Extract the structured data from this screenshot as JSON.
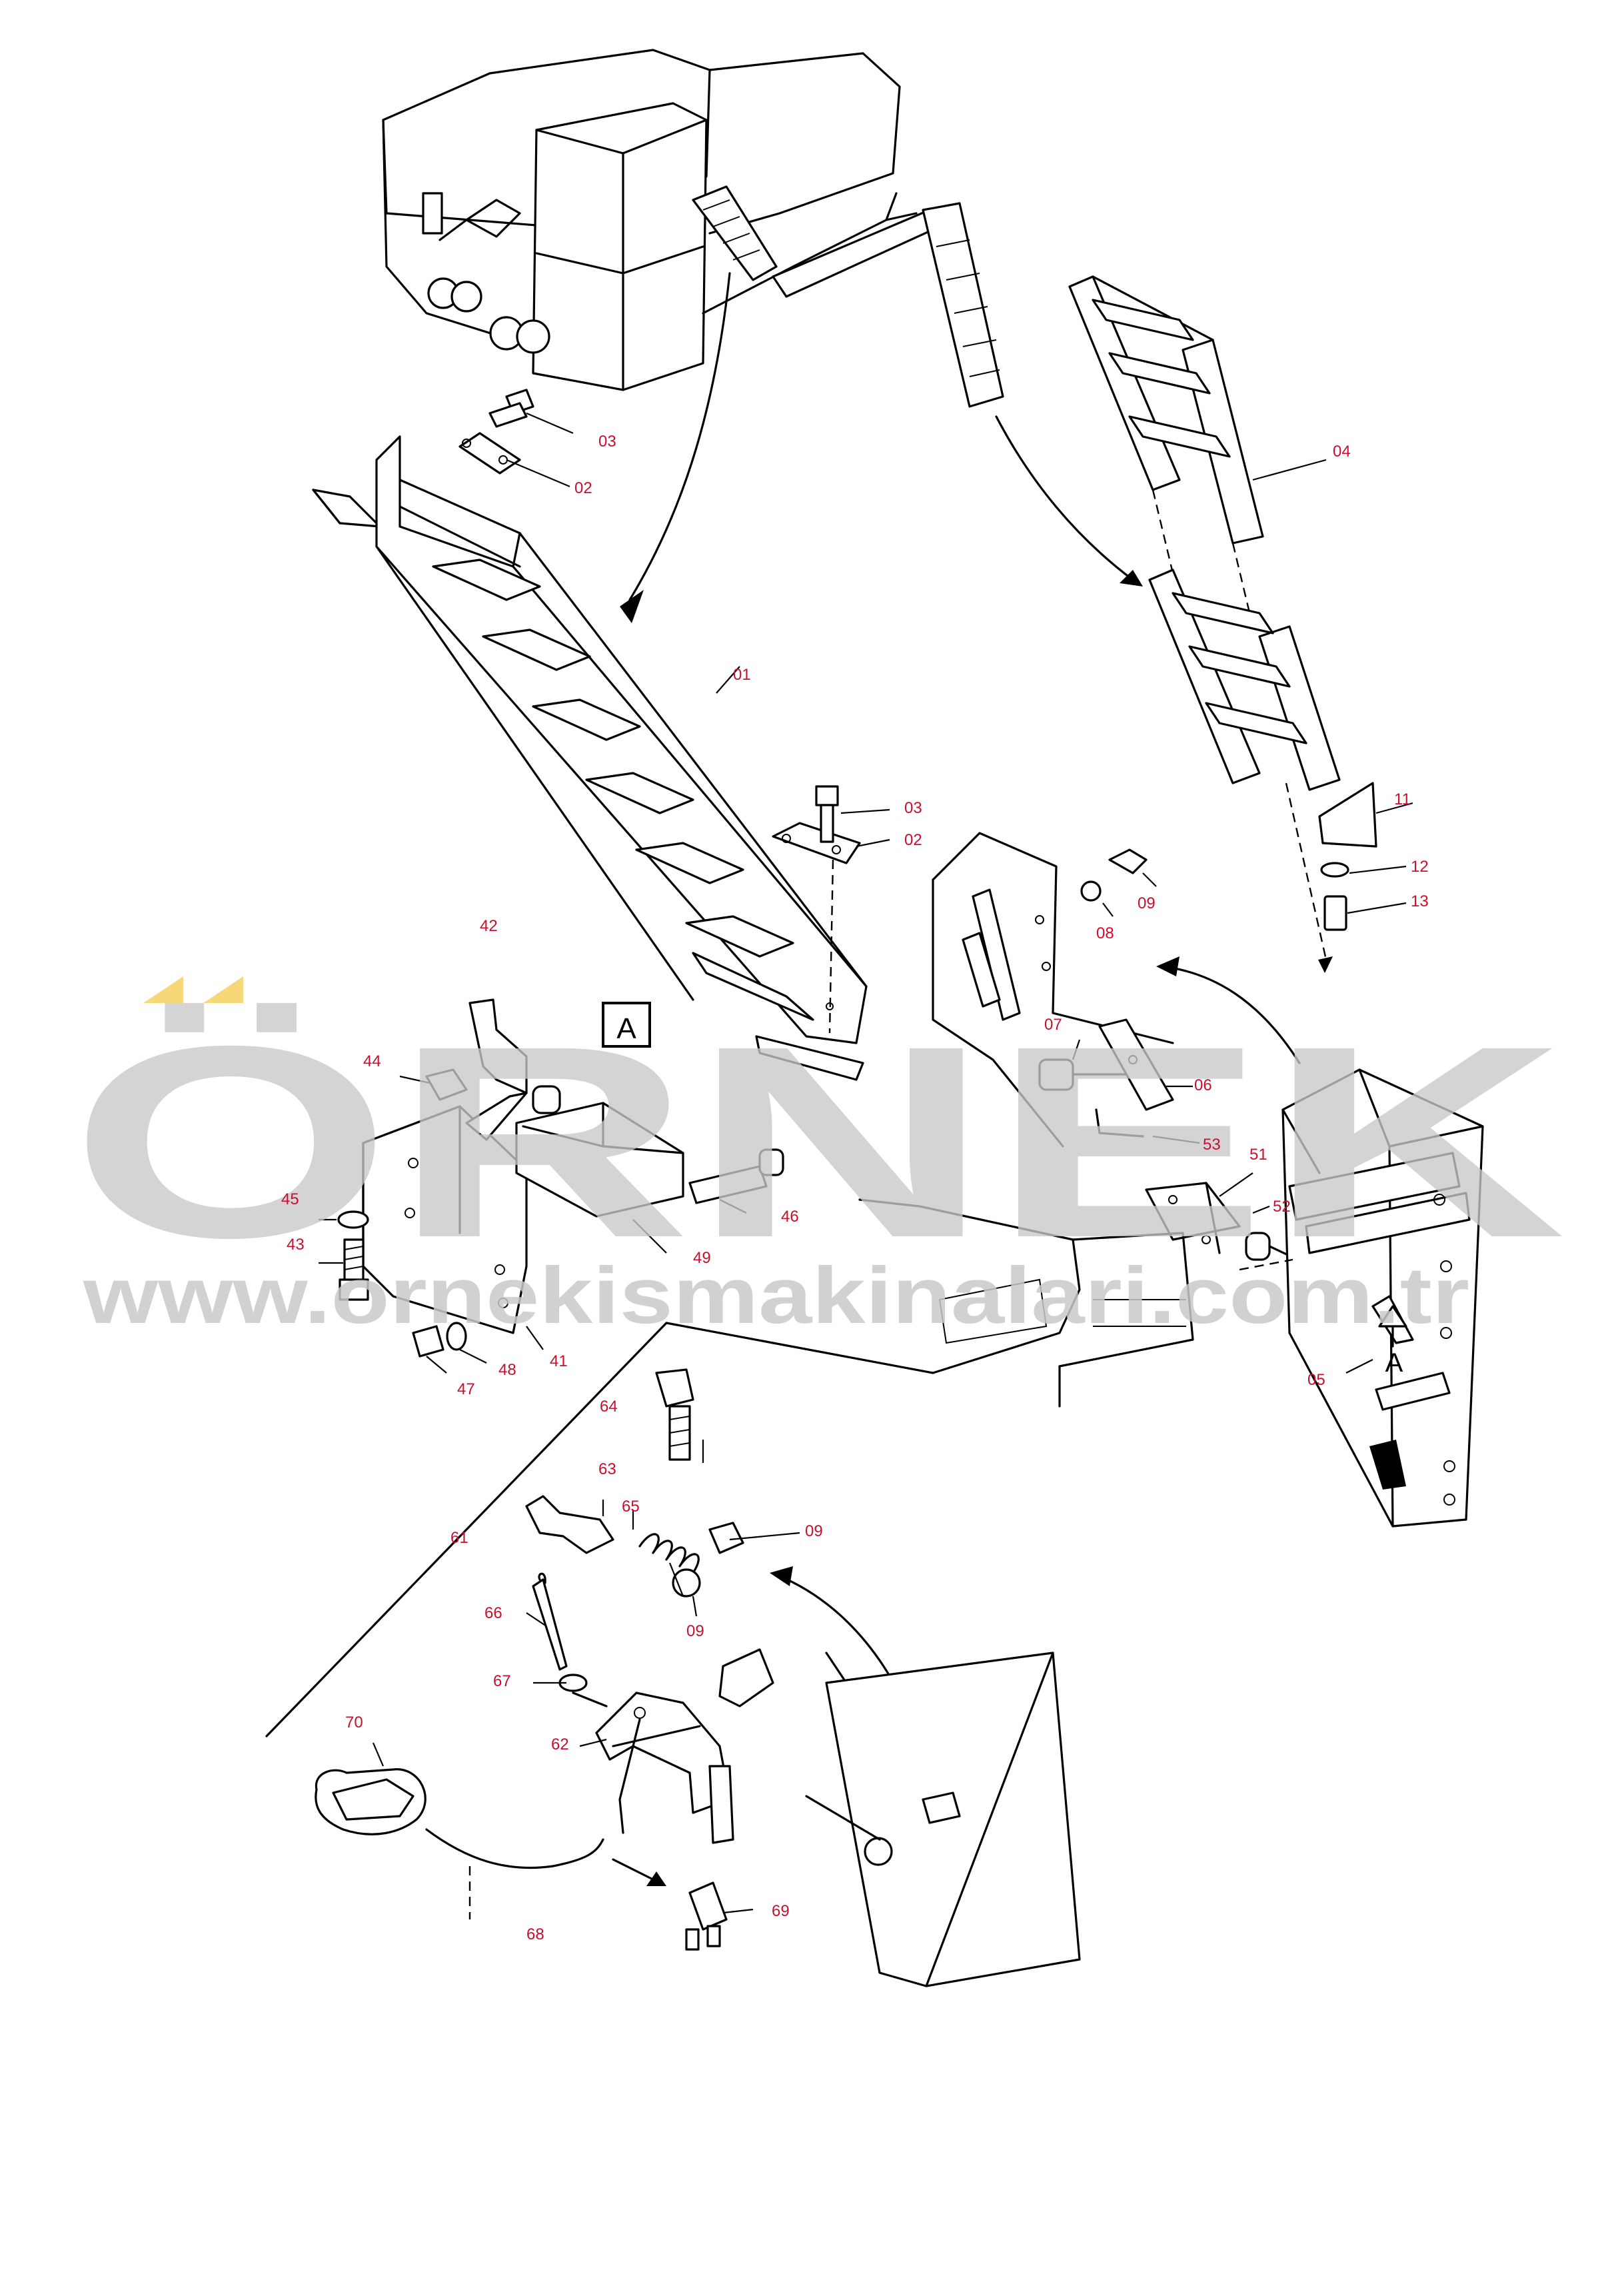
{
  "watermark": {
    "brand": "ÖRNEK",
    "url": "www.ornekismakinalari.com.tr"
  },
  "view_marker": "A",
  "callouts": [
    {
      "id": "c01",
      "text": "01"
    },
    {
      "id": "c02a",
      "text": "02"
    },
    {
      "id": "c02b",
      "text": "02"
    },
    {
      "id": "c03a",
      "text": "03"
    },
    {
      "id": "c03b",
      "text": "03"
    },
    {
      "id": "c04",
      "text": "04"
    },
    {
      "id": "c05",
      "text": "05"
    },
    {
      "id": "c06",
      "text": "06"
    },
    {
      "id": "c07",
      "text": "07"
    },
    {
      "id": "c08",
      "text": "08"
    },
    {
      "id": "c09a",
      "text": "09"
    },
    {
      "id": "c09b",
      "text": "09"
    },
    {
      "id": "c09c",
      "text": "09"
    },
    {
      "id": "c11",
      "text": "11"
    },
    {
      "id": "c12",
      "text": "12"
    },
    {
      "id": "c13",
      "text": "13"
    },
    {
      "id": "c41",
      "text": "41"
    },
    {
      "id": "c42",
      "text": "42"
    },
    {
      "id": "c43",
      "text": "43"
    },
    {
      "id": "c44",
      "text": "44"
    },
    {
      "id": "c45",
      "text": "45"
    },
    {
      "id": "c46",
      "text": "46"
    },
    {
      "id": "c47",
      "text": "47"
    },
    {
      "id": "c48",
      "text": "48"
    },
    {
      "id": "c49",
      "text": "49"
    },
    {
      "id": "c51",
      "text": "51"
    },
    {
      "id": "c52",
      "text": "52"
    },
    {
      "id": "c53",
      "text": "53"
    },
    {
      "id": "c61",
      "text": "61"
    },
    {
      "id": "c62",
      "text": "62"
    },
    {
      "id": "c63",
      "text": "63"
    },
    {
      "id": "c64",
      "text": "64"
    },
    {
      "id": "c65",
      "text": "65"
    },
    {
      "id": "c66",
      "text": "66"
    },
    {
      "id": "c67",
      "text": "67"
    },
    {
      "id": "c68",
      "text": "68"
    },
    {
      "id": "c69",
      "text": "69"
    },
    {
      "id": "c70",
      "text": "70"
    }
  ],
  "colors": {
    "callout": "#c8102e",
    "line": "#000000",
    "watermark": "#c9c9cb",
    "watermark_accent": "#f6d46a"
  }
}
